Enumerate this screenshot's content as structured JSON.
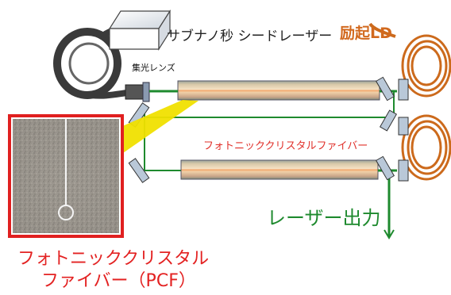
{
  "labels": {
    "seed_laser": "サブナノ秒 シードレーザー",
    "pump_ld": "励起LD",
    "condenser_lens": "集光レンズ",
    "pcf_small": "フォトニッククリスタルファイバー",
    "laser_output": "レーザー出力",
    "pcf_caption_line1": "フォトニッククリスタル",
    "pcf_caption_line2": "ファイバー（PCF）"
  },
  "colors": {
    "pump_label": "#d2691e",
    "pcf_label": "#e32222",
    "output_label": "#1e8a2e",
    "beam": "#1e8a2e",
    "pump_fiber": "#cc6a1c",
    "seed_fiber": "#3a3a3a",
    "inset_border": "#e02020",
    "callout": "#f0e000"
  },
  "icons": [
    "seed-laser-box-icon",
    "fiber-coil-icon",
    "mirror-icon",
    "lens-icon",
    "fiber-tube-icon",
    "output-arrow-icon"
  ]
}
